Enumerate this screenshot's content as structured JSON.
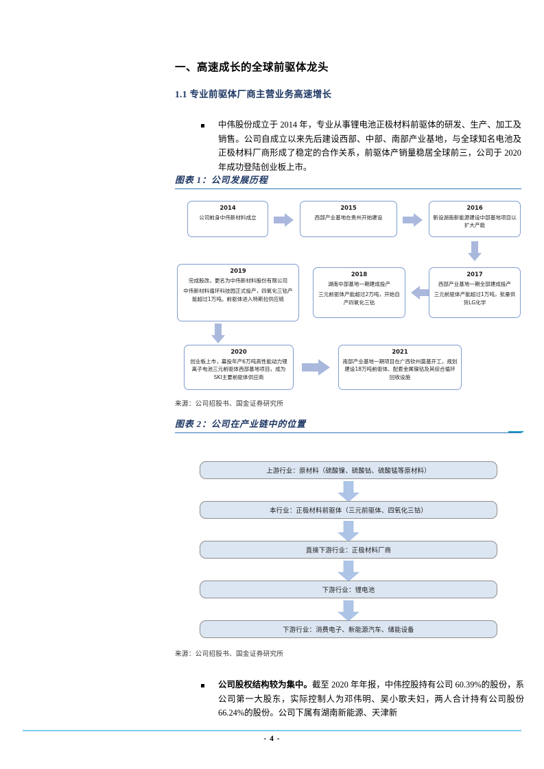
{
  "page": {
    "number_label": "- 4 -"
  },
  "headings": {
    "section": "一、高速成长的全球前驱体龙头",
    "subsection": "1.1 专业前驱体厂商主营业务高速增长"
  },
  "paragraphs": {
    "intro": "中伟股份成立于 2014 年，专业从事锂电池正极材料前驱体的研发、生产、加工及销售。公司自成立以来先后建设西部、中部、南部产业基地，与全球知名电池及正极材料厂商形成了稳定的合作关系，前驱体产销量稳居全球前三，公司于 2020 年成功登陆创业板上市。",
    "ownership_bold": "公司股权结构较为集中。",
    "ownership_rest": "截至 2020 年年报，中伟控股持有公司 60.39%的股份，系公司第一大股东，实际控制人为邓伟明、吴小歌夫妇，两人合计持有公司股份 66.24%的股份。公司下属有湖南新能源、天津新"
  },
  "exhibit1": {
    "title": "图表 1：公司发展历程",
    "source": "来源：公司招股书、国金证券研究所",
    "milestones": [
      {
        "year": "2014",
        "lines": [
          "公司前身中伟新材料成立"
        ]
      },
      {
        "year": "2015",
        "lines": [
          "西部产业基地在贵州开始建设"
        ]
      },
      {
        "year": "2016",
        "lines": [
          "新设湖南新能源建设中部基地项目以扩大产能"
        ]
      },
      {
        "year": "2017",
        "lines": [
          "西部产业基地一期全部建成投产",
          "三元前驱体产能超过1万吨，批量供货LG化学"
        ]
      },
      {
        "year": "2018",
        "lines": [
          "湖南中部基地一期建成投产",
          "三元前驱体产能超过2万吨，开始自产四氧化三钴"
        ]
      },
      {
        "year": "2019",
        "lines": [
          "完成股改，更名为中伟新材料股份有限公司",
          "中伟新材料循环科技园正式投产，四氧化三钴产能超过1万吨。前驱体进入特斯拉供应链"
        ]
      },
      {
        "year": "2020",
        "lines": [
          "创业板上市，募投年产6万吨高性能动力锂离子电池三元前驱体西部基地项目，成为SKI主要前驱体供应商"
        ]
      },
      {
        "year": "2021",
        "lines": [
          "南部产业基地一期项目在广西钦州奠基开工，规划建设18万吨前驱体、配套金属镍钴及其综合循环回收设施"
        ]
      }
    ]
  },
  "exhibit2": {
    "title": "图表 2：公司在产业链中的位置",
    "source": "来源：公司招股书、国金证券研究所",
    "chain": [
      "上游行业：原材料（硫酸镍、硫酸钴、硫酸锰等原材料）",
      "本行业：正极材料前驱体（三元前驱体、四氧化三钴）",
      "直接下游行业：正极材料厂商",
      "下游行业：锂电池",
      "下游行业：消费电子、新能源汽车、储能设备"
    ]
  },
  "colors": {
    "accent_blue": "#2e74b5",
    "heading_navy": "#1f3864",
    "arrow_fill": "#aab8dd",
    "chain_fill": "#dce6f2",
    "footer_rule": "#7ecbee"
  }
}
